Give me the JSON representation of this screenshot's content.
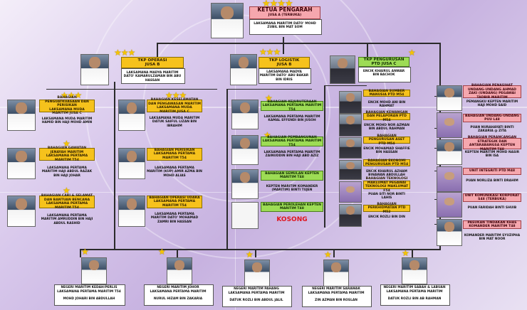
{
  "colors": {
    "gold": "#f6c21c",
    "green": "#9ddc55",
    "pink": "#f6a7ae",
    "star": "#f5c400",
    "vacant": "#e0141e"
  },
  "chairman": {
    "title": "KETUA PENGARAH",
    "grade": "JUSA A (TERBUKA)",
    "name": "LAKSAMANA MARITIM DATO' MOHD ZUBIL BIN MAT SOM",
    "stars": "★★★★"
  },
  "operasi": {
    "title": "TKP OPERASI",
    "grade": "JUSA B",
    "name": "LAKSAMANA MADYA MARITIM DATO' KAMARULZAMAN BIN ABU HASSAN",
    "stars": "★★★"
  },
  "logistik": {
    "title": "TKP LOGISTIK",
    "grade": "JUSA B",
    "name": "LAKSAMANA MADYA MARITIM DATO' ABU BAKAR BIN IDRIS",
    "stars": "★★★"
  },
  "pengurusan": {
    "title": "TKP PENGURUSAN",
    "grade": "PTD JUSA C",
    "name": "ENCIK KHAIRUL ANWAR BIN BACHOK",
    "stars": "★"
  },
  "ops_left": [
    {
      "dept": "BAHAGIAN PENGUATKUASAAN DAN PERISIKAN",
      "rank": "LAKSAMANA MUDA MARITIM JUSA C",
      "name": "LAKSAMANA MUDA MARITIM HAMID BIN HAJI MOHD AMIN",
      "stars": "★★★"
    },
    {
      "dept": "BAHAGIAN GAWATAN JENAYAH MARITIM",
      "rank": "LAKSAMANA PERTAMA MARITIM T54",
      "name": "LAKSAMANA PERTAMA MARITIM HAJI ABDUL RAZAK BIN HAJI JOHAR",
      "stars": "★"
    },
    {
      "dept": "BAHAGIAN CARI & SELAMAT DAN BANTUAN BENCANA",
      "rank": "LAKSAMANA PERTAMA MARITIM T54",
      "name": "LAKSAMANA PERTAMA MARITIM AMRUDDIN BIN HAJI ABDUL RASHID",
      "stars": "★"
    }
  ],
  "ops_right": [
    {
      "dept": "BAHAGIAN KESELAMATAN DAN PENGAWASAN MARITIM",
      "rank": "LAKSAMANA MUDA MARITIM JUSA C",
      "name": "LAKSAMANA MUDA MARITIM DATUK SAIFUL LIZAN BIN IBRAHIM",
      "stars": "★★★"
    },
    {
      "dept": "BAHAGIAN PERISIKAN",
      "rank": "LAKSAMANA PERTAMA MARITIM T54",
      "name": "LAKSAMANA PERTAMA MARITIM (KUP) AMIR AZMA BIN MOHD ALIAS",
      "stars": ""
    },
    {
      "dept": "BAHAGIAN OPERASI UDARA",
      "rank": "LAKSAMANA PERTAMA MARITIM T54",
      "name": "LAKSAMANA PERTAMA MARITIM DATO' MOHAMAD ZAMRI BIN HASSAN",
      "stars": ""
    }
  ],
  "logistik_units": [
    {
      "dept": "BAHAGIAN KEJURUTERAAN LAKSAMANA PERTAMA MARITIM T54",
      "name": "LAKSAMANA PERTAMA MARITIM KAMAL EFFENDI BIN JUSOH",
      "stars": "★"
    },
    {
      "dept": "BAHAGIAN PEMBANGUNAN LAKSAMANA PERTAMA MARITIM T54",
      "name": "LAKSAMANA PERTAMA MARITIM ZAINUDDIN BIN HAJI ABD AZIZ",
      "stars": "★"
    },
    {
      "dept": "BAHAGIAN SEMULAN KEPTEN MARITIM T48",
      "name": "KEPTEN MARITIM KOMANDER (MARITIM) BINTI TUJEN",
      "stars": ""
    },
    {
      "dept": "BAHAGIAN PEROLEHAN KEPTEN MARITIM T48",
      "name": "KOSONG",
      "stars": ""
    }
  ],
  "pengurusan_units": [
    {
      "dept": "BAHAGIAN SUMBER MANUSIA PTD M54",
      "name": "ENCIK MOHD ANI BIN RAHMAT",
      "civ": true
    },
    {
      "dept": "BAHAGIAN KEWANGAN DAN PELAPORAN PTD M54",
      "name": "ENCIK MOHD NOR AZMAN BIN ABDUL RAHMAN",
      "civ": true
    },
    {
      "dept": "BAHAGIAN PENGURUSAN ASET PTD M54",
      "name": "ENCIK MOHAMAD SHAFFIE BIN HASSAN",
      "civ": true
    },
    {
      "dept": "BAHAGIAN EKONOMI PENGURUSAN PTD M54",
      "name": "ENCIK KHAIRUL AZHAM BINAWAN ABDULLAH",
      "civ": true
    },
    {
      "dept": "BAHAGIAN TEKNOLOGI MAKLUMAT PEGAWAI TEKNOLOGI MAKLUMAT F54",
      "name": "PUAN SITI NOR BINTI LAHIS",
      "civ": false
    },
    {
      "dept": "BAHAGIAN PERKHIDMATAN PTD M52",
      "name": "ENCIK ROZLI BIN DIN",
      "civ": true
    }
  ],
  "side_units": [
    {
      "dept": "BAHAGIAN PENASIHAT UNDANG-UNDANG AHMAD ZAKI (UNDANG) PEGAWAI TADBIR MARITIM",
      "name": "PEMANGKU KEPTEN MARITIM HAJI MOHD SAID",
      "type": "mil"
    },
    {
      "dept": "BAHAGIAN UNDANG-UNDANG PUU L48",
      "name": "PUAN NURAHAYATI BINTI ZAKARIA @ ZITA",
      "type": "hij"
    },
    {
      "dept": "BAHAGIAN PERANCANGAN STRATEGIK DAN ANTARABANGSA KEPTEN MARITIM T48",
      "name": "KEPTEN MARITIM MOHD NASIR BIN ISA",
      "type": "mil"
    },
    {
      "dept": "UNIT INTEGRITI PTD M48",
      "name": "PUAN NORLIZA BINTI DRAHIM",
      "type": "hij"
    },
    {
      "dept": "UNIT KOMUNIKASI KORPORAT S48 (TERBUKA)",
      "name": "PUAN FARIDAH BINTI SHUIB",
      "type": "hij"
    },
    {
      "dept": "PASUKAN TINDAKAN KHAS KOMANDER MARITIM T48",
      "name": "KOMANDER MARITIM SYUZIPHA BIN MAT NOOR",
      "type": "mil"
    }
  ],
  "negeri": [
    {
      "dept": "NEGERI MARITIM KEDAH/PERLIS",
      "rank": "LAKSAMANA PERTAMA MARITIM T54",
      "name": "MOHD JOHARI BIN ABDULLAH",
      "stars": "★"
    },
    {
      "dept": "NEGERI MARITIM JOHOR",
      "rank": "LAKSAMANA PERTAMA MARITIM",
      "name": "NURUL HIZAM BIN ZAKARIA",
      "stars": "★"
    },
    {
      "dept": "NEGERI MARITIM PAHANG",
      "rank": "LAKSAMANA PERTAMA MARITIM",
      "name": "DATUK ROZLI BIN ABDUL JALIL",
      "stars": "★"
    },
    {
      "dept": "NEGERI MARITIM SARAWAK",
      "rank": "LAKSAMANA PERTAMA MARITIM",
      "name": "ZIN AZMAN BIN ROSLAN",
      "stars": "★"
    },
    {
      "dept": "NEGERI MARITIM SABAH & LABUAN",
      "rank": "LAKSAMANA PERTAMA MARITIM",
      "name": "DATUK ROZLI BIN AB RAHMAN",
      "stars": "★"
    }
  ]
}
